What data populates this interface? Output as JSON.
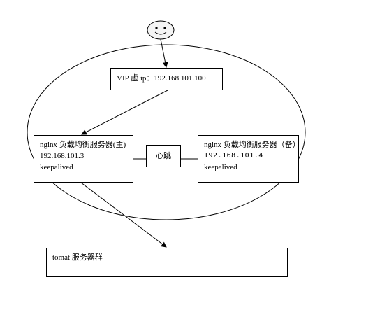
{
  "vip_box": {
    "label": "VIP 虚 ip：192.168.101.100"
  },
  "master_box": {
    "title": "nginx 负载均衡服务器(主)",
    "ip": "192.168.101.3",
    "service": "keepalived"
  },
  "heartbeat_box": {
    "label": "心跳"
  },
  "backup_box": {
    "title": "nginx 负载均衡服务器（备）",
    "ip": "192.168.101.4",
    "service": "keepalived"
  },
  "tomcat_box": {
    "label": "tomat 服务器群"
  },
  "colors": {
    "stroke": "#000000",
    "face_fill": "#f4f4f4",
    "background": "#ffffff"
  },
  "icons": {
    "user": "smiley-face-icon"
  }
}
